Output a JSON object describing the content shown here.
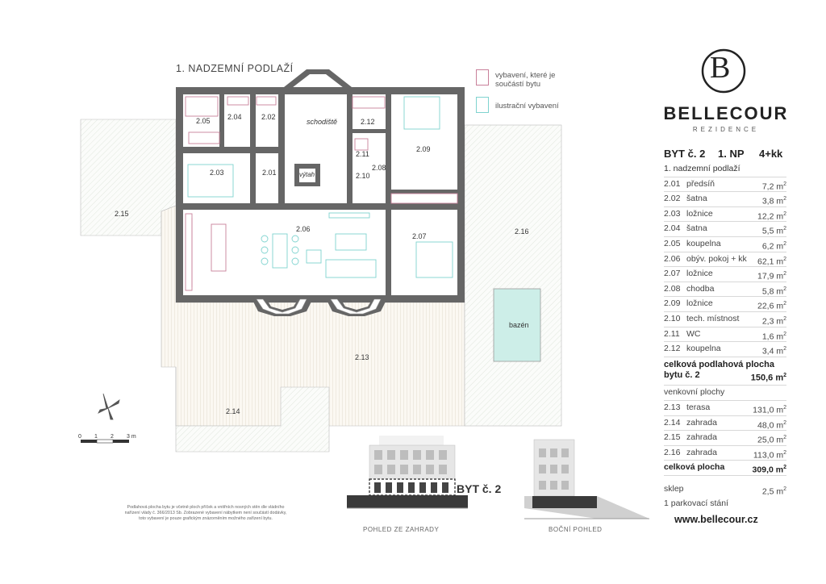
{
  "floor_title": "1. NADZEMNÍ PODLAŽÍ",
  "legend": [
    {
      "label_line1": "vybavení, které je",
      "label_line2": "součástí bytu",
      "color": "#c9809a"
    },
    {
      "label_line1": "ilustrační vybavení",
      "label_line2": "",
      "color": "#7fd3cf"
    }
  ],
  "rooms": {
    "r205": "2.05",
    "r204": "2.04",
    "r202": "2.02",
    "stairs": "schodiště",
    "r212": "2.12",
    "r209": "2.09",
    "r211": "2.11",
    "r203": "2.03",
    "r201": "2.01",
    "lift": "výtah",
    "r210": "2.10",
    "r208": "2.08",
    "r215": "2.15",
    "r206": "2.06",
    "r207": "2.07",
    "r216": "2.16",
    "pool": "bazén",
    "r213": "2.13",
    "r214": "2.14"
  },
  "scale": {
    "t0": "0",
    "t1": "1",
    "t2": "2",
    "t3": "3 m"
  },
  "note": "Podlahová plocha bytu je včetně ploch příček a vnitřních nosných stěn dle vládního nařízení vlády č. 366/2013 Sb. Zobrazené vybavení nábytkem není součástí dodávky, toto vybavení je pouze grafickým znázorněním možného zařízení bytu.",
  "views": {
    "garden": "POHLED ZE ZAHRADY",
    "side": "BOČNÍ POHLED",
    "unit_label": "BYT č. 2"
  },
  "brand": {
    "logo_letter": "B",
    "name": "BELLECOUR",
    "subtitle": "REZIDENCE",
    "website": "www.bellecour.cz"
  },
  "apartment": {
    "unit": "BYT č. 2",
    "floor": "1. NP",
    "layout": "4+kk",
    "floor_name": "1. nadzemní podlaží"
  },
  "area_unit": "m",
  "area_exp": "2",
  "interior": [
    {
      "num": "2.01",
      "name": "předsíň",
      "area": "7,2"
    },
    {
      "num": "2.02",
      "name": "šatna",
      "area": "3,8"
    },
    {
      "num": "2.03",
      "name": "ložnice",
      "area": "12,2"
    },
    {
      "num": "2.04",
      "name": "šatna",
      "area": "5,5"
    },
    {
      "num": "2.05",
      "name": "koupelna",
      "area": "6,2"
    },
    {
      "num": "2.06",
      "name": "obýv. pokoj + kk",
      "area": "62,1"
    },
    {
      "num": "2.07",
      "name": "ložnice",
      "area": "17,9"
    },
    {
      "num": "2.08",
      "name": "chodba",
      "area": "5,8"
    },
    {
      "num": "2.09",
      "name": "ložnice",
      "area": "22,6"
    },
    {
      "num": "2.10",
      "name": "tech. místnost",
      "area": "2,3"
    },
    {
      "num": "2.11",
      "name": "WC",
      "area": "1,6"
    },
    {
      "num": "2.12",
      "name": "koupelna",
      "area": "3,4"
    }
  ],
  "total_floor": {
    "label1": "celková podlahová plocha",
    "label2": "bytu č. 2",
    "value": "150,6"
  },
  "outdoor_title": "venkovní plochy",
  "outdoor": [
    {
      "num": "2.13",
      "name": "terasa",
      "area": "131,0"
    },
    {
      "num": "2.14",
      "name": "zahrada",
      "area": "48,0"
    },
    {
      "num": "2.15",
      "name": "zahrada",
      "area": "25,0"
    },
    {
      "num": "2.16",
      "name": "zahrada",
      "area": "113,0"
    }
  ],
  "total": {
    "label": "celková plocha",
    "value": "309,0"
  },
  "cellar": {
    "label": "sklep",
    "value": "2,5"
  },
  "parking": "1 parkovací stání",
  "colors": {
    "wall": "#666666",
    "pool": "#cdeee8",
    "furniture_fixed": "#c9809a",
    "furniture_illustrative": "#7fd3cf",
    "garden_hatch": "#c9d4c6"
  }
}
